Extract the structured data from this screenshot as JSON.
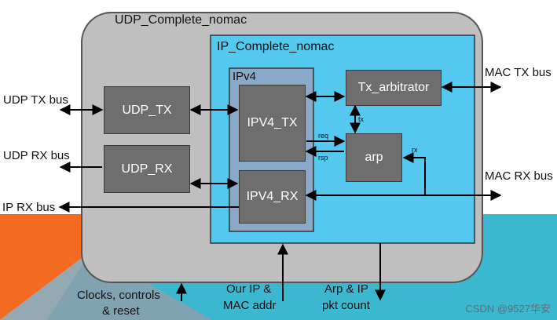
{
  "outer": {
    "title": "UDP_Complete_nomac"
  },
  "ip": {
    "title": "IP_Complete_nomac"
  },
  "ipv4": {
    "title": "IPv4"
  },
  "blocks": {
    "udp_tx": "UDP_TX",
    "udp_rx": "UDP_RX",
    "ipv4_tx": "IPV4_TX",
    "ipv4_rx": "IPV4_RX",
    "tx_arbitrator": "Tx_arbitrator",
    "arp": "arp"
  },
  "small_labels": {
    "tx": "tx",
    "req": "req",
    "rsp": "rsp",
    "rx": "rx"
  },
  "buses": {
    "udp_tx": "UDP TX bus",
    "udp_rx": "UDP RX bus",
    "ip_rx": "IP RX bus",
    "mac_tx": "MAC TX bus",
    "mac_rx": "MAC RX bus"
  },
  "bottom": {
    "clocks_line1": "Clocks, controls",
    "clocks_line2": "& reset",
    "ourip_line1": "Our IP &",
    "ourip_line2": "MAC addr",
    "arp_line1": "Arp & IP",
    "arp_line2": "pkt count"
  },
  "watermark": "CSDN @9527华安",
  "colors": {
    "outer_fill": "#bfbfbf",
    "ip_fill": "#55c8f0",
    "ipv4_fill": "#8aa9c8",
    "block_fill": "#6e6e6e",
    "orange": "#f36b21",
    "teal": "#3bb7cf"
  }
}
